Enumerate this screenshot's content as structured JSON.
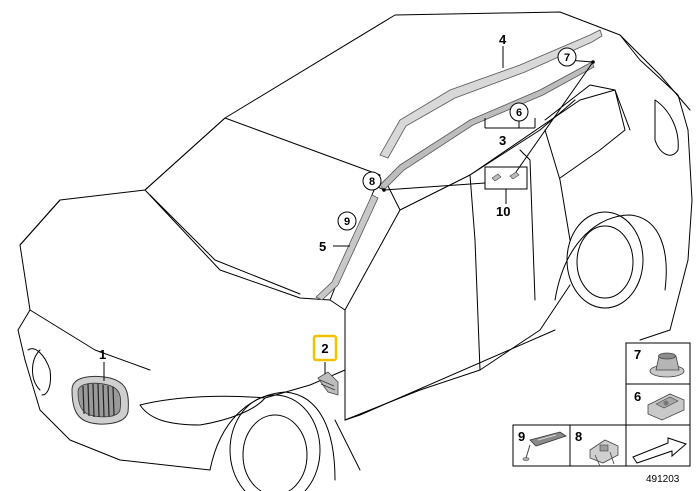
{
  "callouts": {
    "grille": "1",
    "emblem": "2",
    "moulding_set": "3",
    "roof_rail": "4",
    "pillar_finisher": "5",
    "clip_6": "6",
    "nut_7": "7",
    "clip_8": "8",
    "clip_9": "9",
    "clip_set": "10"
  },
  "legend": {
    "nut_7": "7",
    "clip_6": "6",
    "clip_9": "9",
    "clip_8": "8"
  },
  "reference_number": "491203",
  "colors": {
    "line": "#000000",
    "part_fill": "#d4d4d4",
    "emblem_box": "#f2c200"
  }
}
